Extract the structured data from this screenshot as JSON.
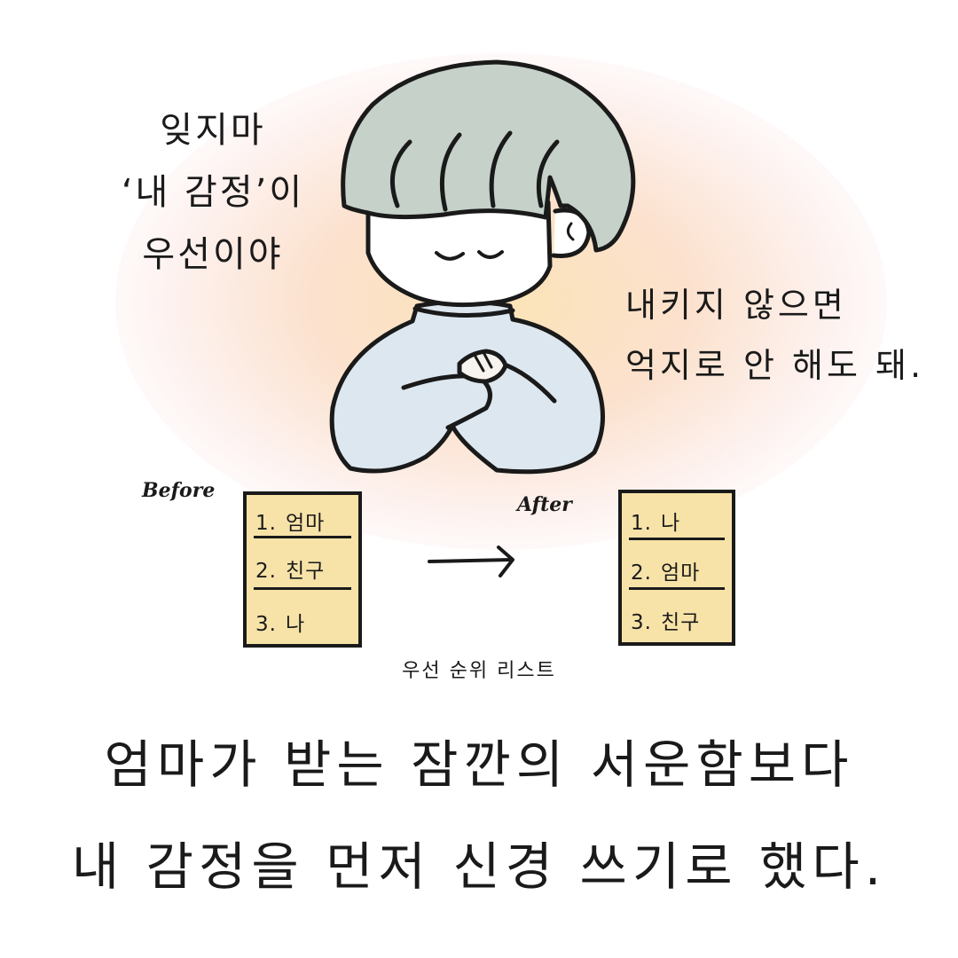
{
  "speech_left": {
    "line1": "잊지마",
    "line2": "‘내 감정’이",
    "line3": "우선이야"
  },
  "speech_right": {
    "line1": "내키지 않으면",
    "line2": "억지로 안 해도 돼."
  },
  "before_list": {
    "title": "Before",
    "items": [
      {
        "num": "1.",
        "text": "엄마"
      },
      {
        "num": "2.",
        "text": "친구"
      },
      {
        "num": "3.",
        "text": "나"
      }
    ]
  },
  "after_list": {
    "title": "After",
    "items": [
      {
        "num": "1.",
        "text": "나"
      },
      {
        "num": "2.",
        "text": "엄마"
      },
      {
        "num": "3.",
        "text": "친구"
      }
    ]
  },
  "list_caption": "우선 순위 리스트",
  "caption": {
    "line1": "엄마가 받는 잠깐의 서운함보다",
    "line2": "내 감정을 먼저 신경 쓰기로 했다."
  },
  "colors": {
    "hair": "#c5d1c9",
    "sweater": "#dde7ef",
    "card": "#f7e3a8",
    "ink": "#1a1a1a",
    "glow": "#f9dcaa"
  },
  "icons": {
    "figure": "person-hands-on-chest-illustration",
    "arrow": "right-arrow-icon"
  }
}
